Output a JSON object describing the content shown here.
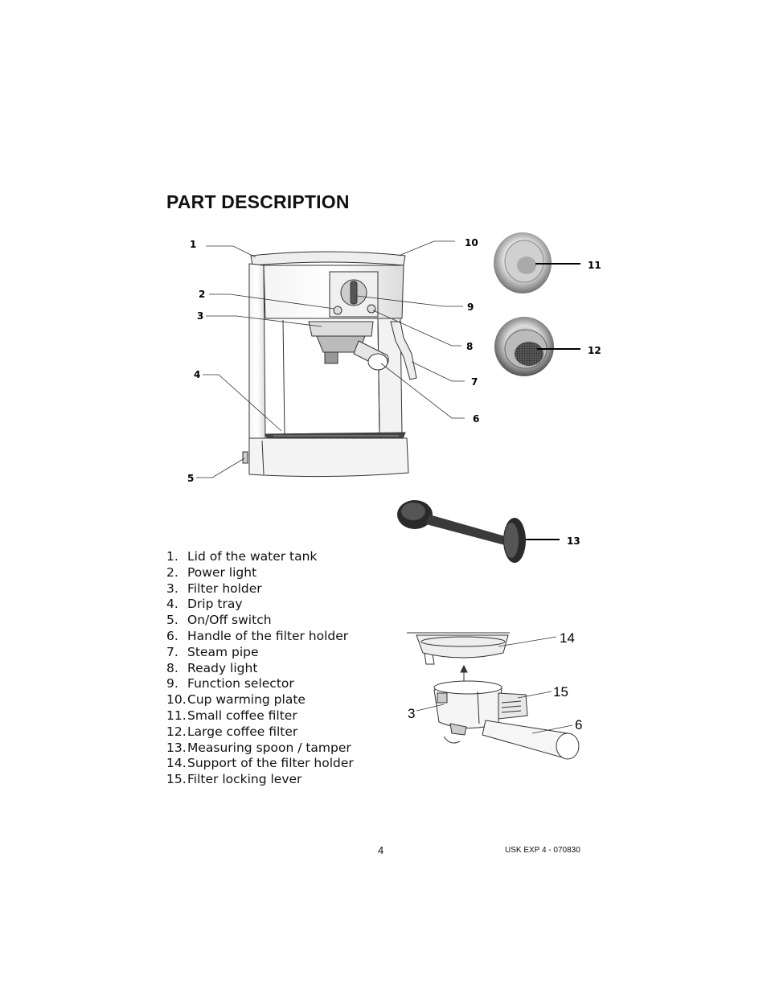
{
  "page": {
    "title": "PART DESCRIPTION",
    "page_number": "4",
    "doc_code": "USK EXP 4  - 070830"
  },
  "callouts": {
    "c1": "1",
    "c2": "2",
    "c3": "3",
    "c4": "4",
    "c5": "5",
    "c6": "6",
    "c7": "7",
    "c8": "8",
    "c9": "9",
    "c10": "10",
    "c11": "11",
    "c12": "12",
    "c13": "13",
    "c14": "14",
    "c15": "15",
    "c3b": "3",
    "c6b": "6"
  },
  "parts": [
    {
      "num": "1.",
      "label": "Lid of the water tank"
    },
    {
      "num": "2.",
      "label": "Power light"
    },
    {
      "num": "3.",
      "label": "Filter holder"
    },
    {
      "num": "4.",
      "label": "Drip tray"
    },
    {
      "num": "5.",
      "label": "On/Off switch"
    },
    {
      "num": "6.",
      "label": "Handle of the filter holder"
    },
    {
      "num": "7.",
      "label": "Steam pipe"
    },
    {
      "num": "8.",
      "label": "Ready light"
    },
    {
      "num": "9.",
      "label": "Function selector"
    },
    {
      "num": "10.",
      "label": "Cup warming plate"
    },
    {
      "num": "11.",
      "label": "Small coffee filter"
    },
    {
      "num": "12.",
      "label": "Large coffee filter"
    },
    {
      "num": "13.",
      "label": "Measuring spoon / tamper"
    },
    {
      "num": "14.",
      "label": "Support of the filter holder"
    },
    {
      "num": "15.",
      "label": "Filter locking lever"
    }
  ]
}
